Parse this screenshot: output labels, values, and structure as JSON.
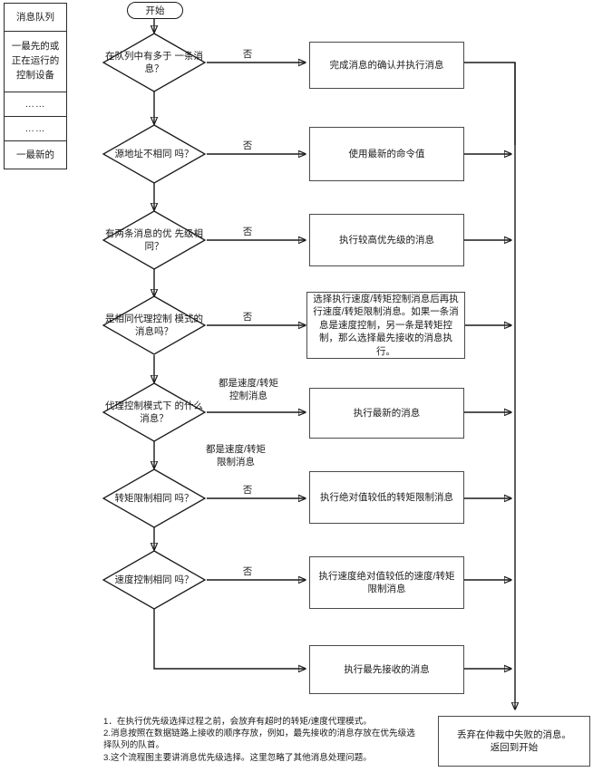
{
  "queue_table": {
    "title": "消息队列",
    "rows": [
      "一最先的或\n正在运行的\n控制设备",
      "……",
      "……",
      "一最新的"
    ]
  },
  "flow": {
    "start": "开始",
    "decisions": [
      {
        "id": "d1",
        "text": "在队列中有多于\n一条消息？",
        "no_label": "否"
      },
      {
        "id": "d2",
        "text": "源地址不相同\n吗？",
        "no_label": "否"
      },
      {
        "id": "d3",
        "text": "有两条消息的优\n先级相同？",
        "no_label": "否"
      },
      {
        "id": "d4",
        "text": "是相同代理控制\n模式的消息吗？",
        "no_label": "否"
      },
      {
        "id": "d5",
        "text": "代理控制模式下\n的什么消息？",
        "no_label": "都是速度/转矩\n控制消息",
        "down_label": "都是速度/转矩\n限制消息"
      },
      {
        "id": "d6",
        "text": "转矩限制相同\n吗？",
        "no_label": "否"
      },
      {
        "id": "d7",
        "text": "速度控制相同\n吗？",
        "no_label": "否"
      }
    ],
    "processes": [
      {
        "id": "p1",
        "text": "完成消息的确认并执行消息"
      },
      {
        "id": "p2",
        "text": "使用最新的命令值"
      },
      {
        "id": "p3",
        "text": "执行较高优先级的消息"
      },
      {
        "id": "p4",
        "text": "选择执行速度/转矩控制消息后再执行速度/转矩限制消息。如果一条消息是速度控制，另一条是转矩控制，那么选择最先接收的消息执行。"
      },
      {
        "id": "p5",
        "text": "执行最新的消息"
      },
      {
        "id": "p6",
        "text": "执行绝对值较低的转矩限制消息"
      },
      {
        "id": "p7",
        "text": "执行速度绝对值较低的速度/转矩限制消息"
      },
      {
        "id": "p8",
        "text": "执行最先接收的消息"
      }
    ],
    "end_box": "丢弃在仲裁中失败的消息。\n返回到开始"
  },
  "notes": [
    "1．在执行优先级选择过程之前，会放弃有超时的转矩/速度代理模式。",
    "2.消息按照在数据链路上接收的顺序存放，例如，最先接收的消息存放在优先级选择队列的队首。",
    "3.这个流程图主要讲消息优先级选择。这里忽略了其他消息处理问题。"
  ],
  "colors": {
    "stroke": "#1a1a1a",
    "box_stroke": "#4a4a4a",
    "background": "#ffffff"
  }
}
